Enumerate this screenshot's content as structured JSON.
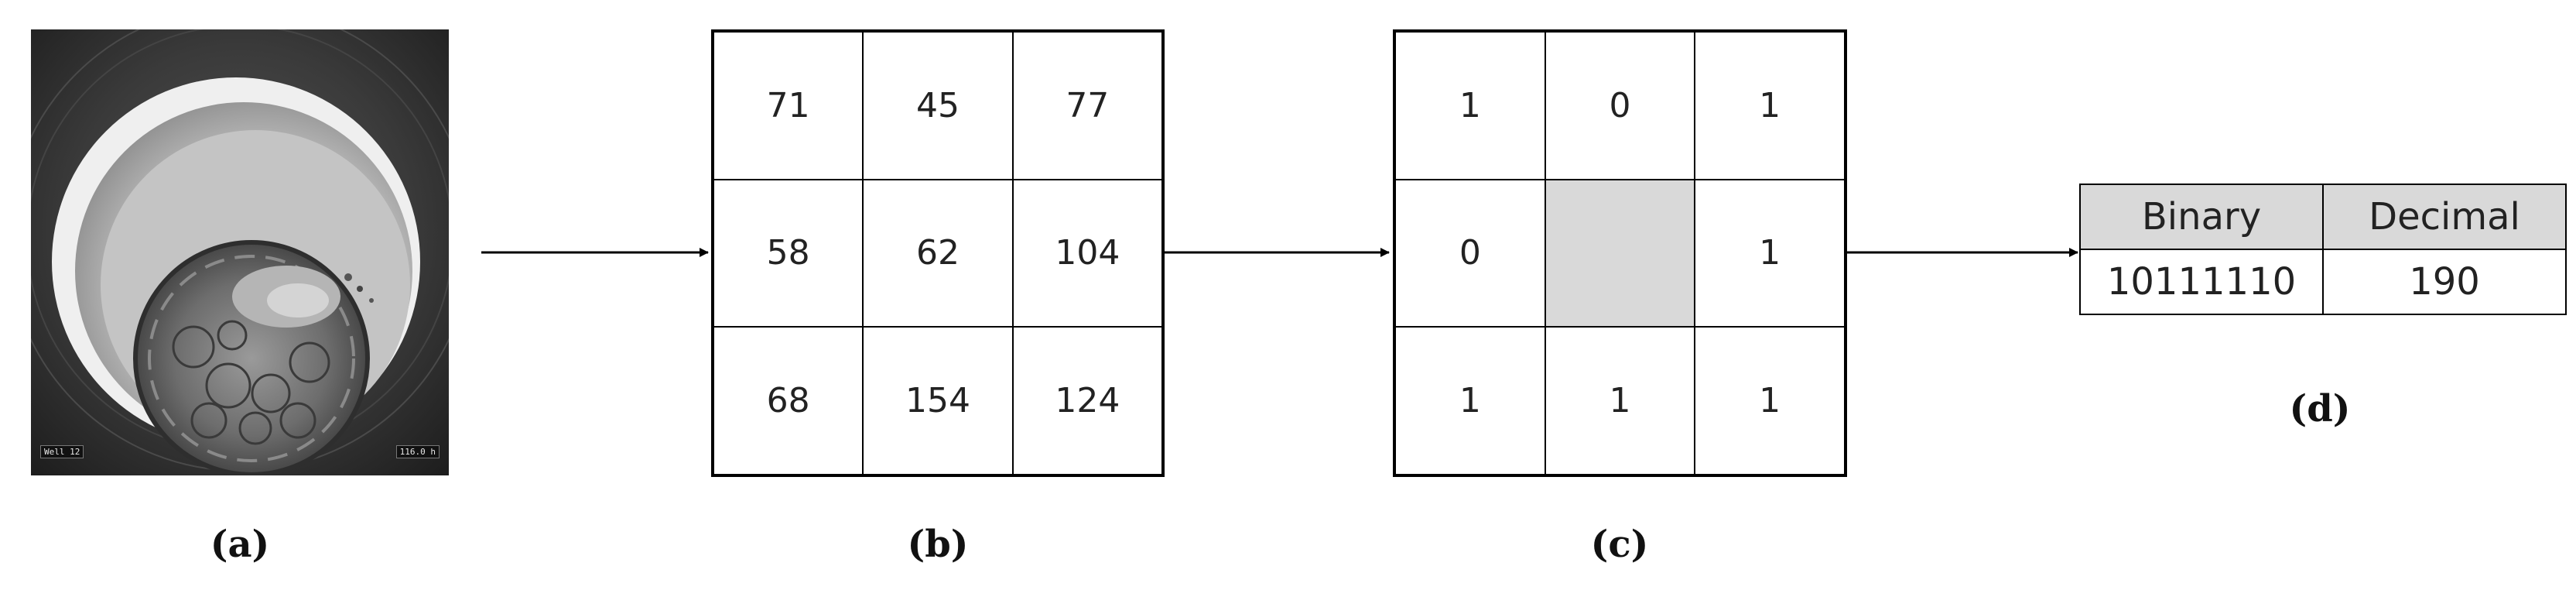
{
  "panel_a": {
    "label": "(a)",
    "image_description": "microscope image of embryo (blastocyst)",
    "corner_text_left": "Well 12",
    "corner_text_right": "116.0 h"
  },
  "panel_b": {
    "label": "(b)",
    "cells": [
      "71",
      "45",
      "77",
      "58",
      "62",
      "104",
      "68",
      "154",
      "124"
    ]
  },
  "panel_c": {
    "label": "(c)",
    "cells": [
      "1",
      "0",
      "1",
      "0",
      "",
      "1",
      "1",
      "1",
      "1"
    ]
  },
  "panel_d": {
    "label": "(d)",
    "headers": [
      "Binary",
      "Decimal"
    ],
    "row": [
      "10111110",
      "190"
    ]
  },
  "colors": {
    "center_fill": "#d9d9d9",
    "dashed_path": "#0b2a4a"
  }
}
